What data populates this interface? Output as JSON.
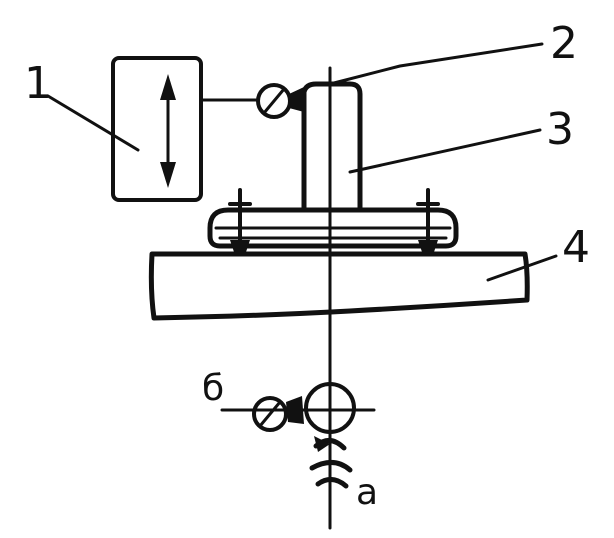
{
  "labels": {
    "n1": "1",
    "n2": "2",
    "n3": "3",
    "n4": "4",
    "b": "б",
    "a": "а"
  }
}
